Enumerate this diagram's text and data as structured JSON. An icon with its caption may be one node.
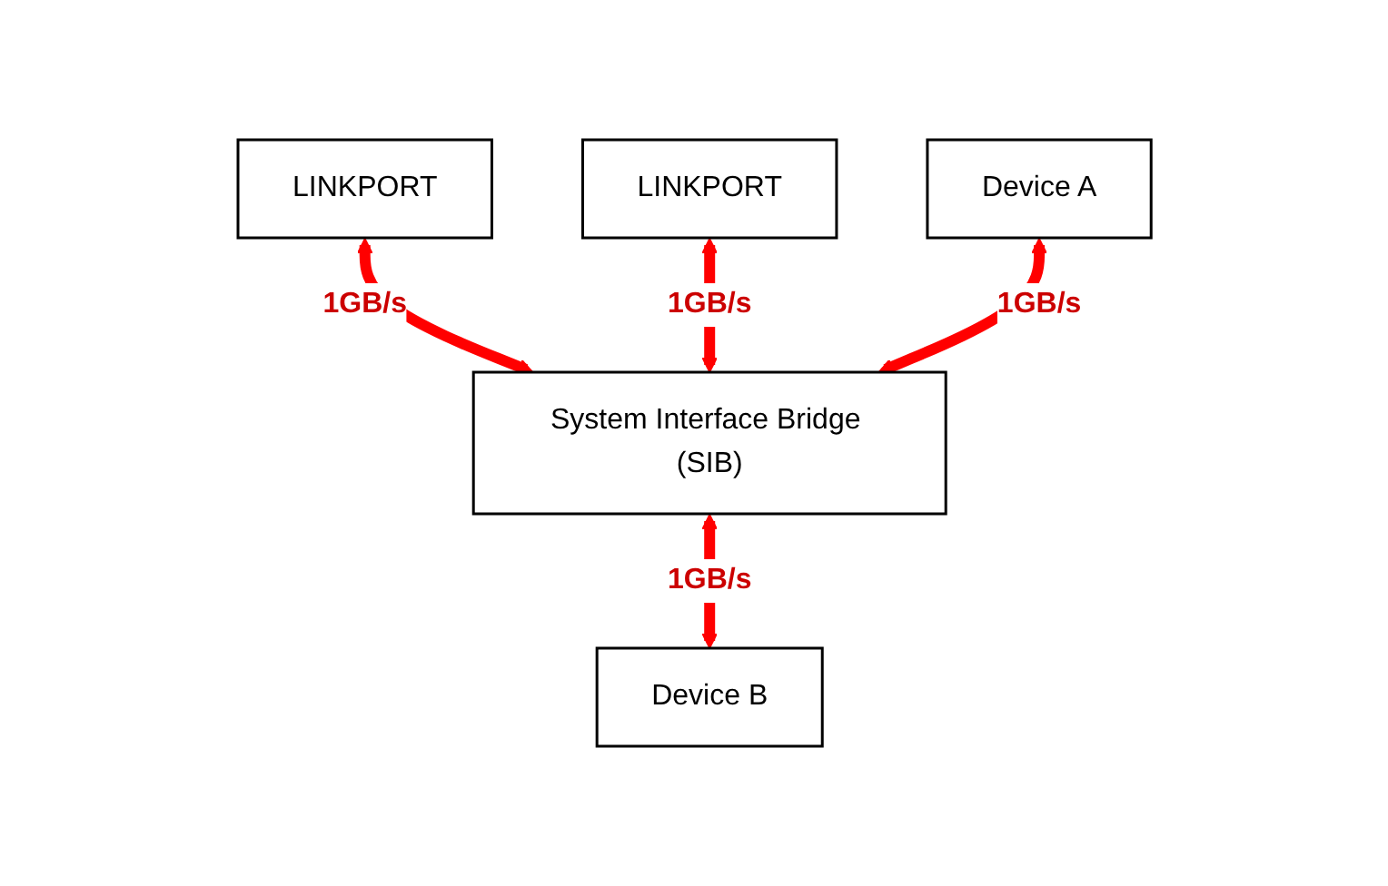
{
  "diagram": {
    "nodes": [
      {
        "text": [
          "LINKPORT"
        ]
      },
      {
        "text": [
          "LINKPORT"
        ]
      },
      {
        "text": [
          "Device A"
        ]
      },
      {
        "text": [
          "System Interface Bridge (SIB)"
        ]
      },
      {
        "text": [
          "Device B"
        ]
      }
    ],
    "edges": [
      {
        "from": 0,
        "to": 3,
        "arrow": "both",
        "label": "1GB/s"
      },
      {
        "from": 1,
        "to": 3,
        "arrow": "both",
        "label": "1GB/s"
      },
      {
        "from": 2,
        "to": 3,
        "arrow": "both",
        "label": "1GB/s"
      },
      {
        "from": 3,
        "to": 4,
        "arrow": "both",
        "label": "1GB/s"
      }
    ]
  }
}
